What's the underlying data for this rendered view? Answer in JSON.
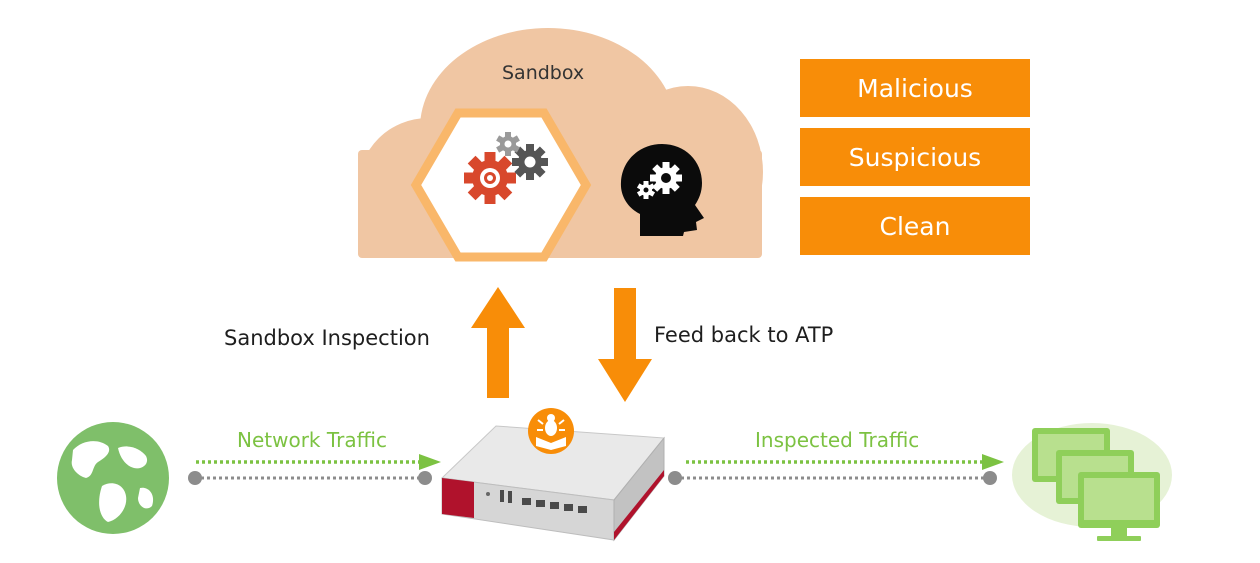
{
  "cloud": {
    "title": "Sandbox"
  },
  "verdicts": [
    "Malicious",
    "Suspicious",
    "Clean"
  ],
  "arrows": {
    "up_label": "Sandbox Inspection",
    "down_label": "Feed back to ATP"
  },
  "traffic": {
    "left_label": "Network Traffic",
    "right_label": "Inspected Traffic"
  },
  "colors": {
    "cloud": "#f0c6a3",
    "accent": "#f88d08",
    "hexagon": "#f9b76a",
    "traffic": "#7cc242",
    "line_gray": "#8c8c8c",
    "globe": "#7fbf6a",
    "monitor": "#8fcf5a",
    "device_red": "#b0122c",
    "text": "#1e1e1e"
  },
  "icons": {
    "cloud_inner": "gears-icon",
    "analysis": "brain-gear-head-icon",
    "source": "globe-icon",
    "device": "firewall-appliance-icon",
    "device_badge": "atp-bug-shield-icon",
    "destination": "computer-monitors-icon"
  }
}
